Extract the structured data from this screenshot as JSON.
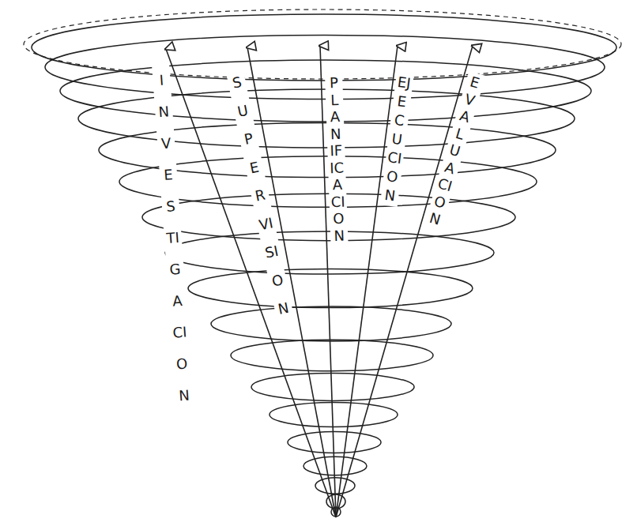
{
  "diagram": {
    "labels": [
      "INVESTIGACION",
      "SUPERVISION",
      "PLANIFICACION",
      "EJECUCION",
      "EVALUACION"
    ]
  }
}
